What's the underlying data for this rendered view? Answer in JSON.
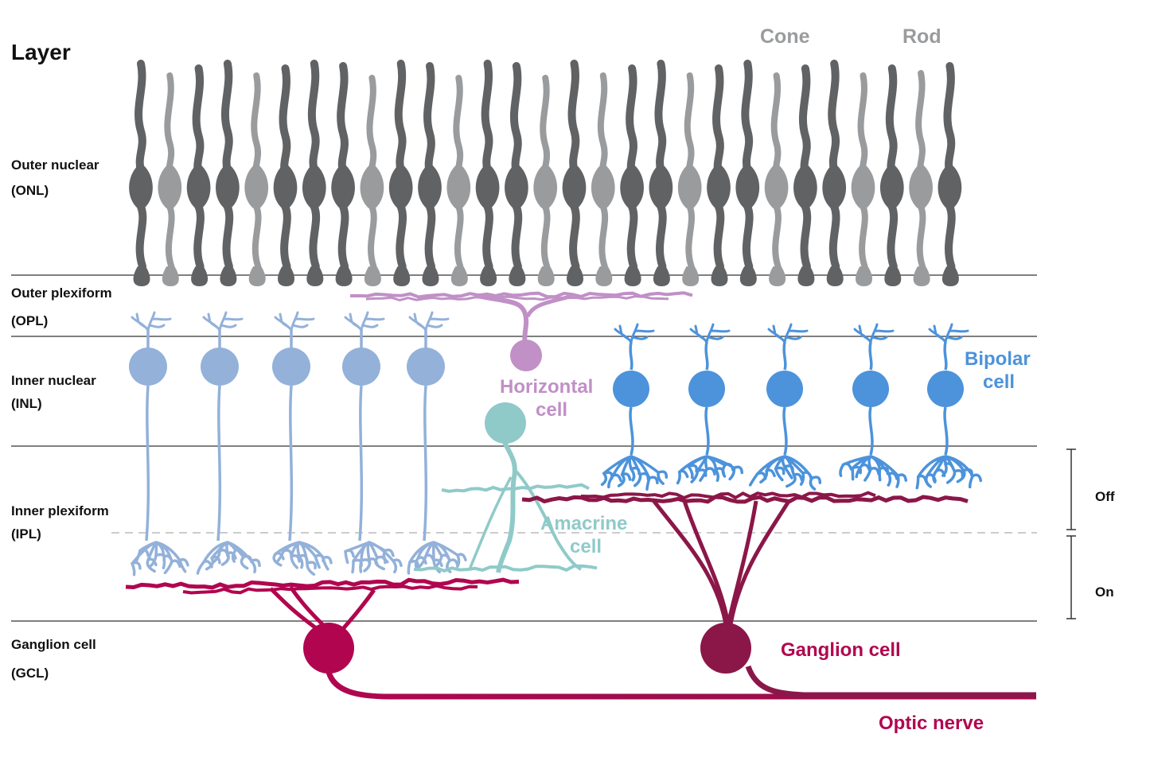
{
  "heading": "Layer",
  "layers": {
    "onl": {
      "name": "Outer  nuclear",
      "abbr": "(ONL)"
    },
    "opl": {
      "name": "Outer plexiform",
      "abbr": "(OPL)"
    },
    "inl": {
      "name": "Inner  nuclear",
      "abbr": "(INL)"
    },
    "ipl": {
      "name": "Inner plexiform",
      "abbr": "(IPL)"
    },
    "gcl": {
      "name": "Ganglion  cell",
      "abbr": "(GCL)"
    }
  },
  "labels": {
    "cone": "Cone",
    "rod": "Rod",
    "horizontal_1": "Horizontal",
    "horizontal_2": "cell",
    "bipolar_1": "Bipolar",
    "bipolar_2": "cell",
    "amacrine_1": "Amacrine",
    "amacrine_2": "cell",
    "ganglion": "Ganglion cell",
    "optic_nerve": "Optic nerve",
    "off": "Off",
    "on": "On"
  },
  "colors": {
    "rod": "#616264",
    "cone": "#999b9d",
    "horizontal": "#c090c6",
    "bipolar_light": "#93b1d9",
    "bipolar": "#4c93db",
    "amacrine": "#8fcac9",
    "ganglion_on": "#b1064f",
    "ganglion_off": "#8b1748",
    "text": "#111111",
    "line": "#333333",
    "dashed": "#bbbbbb"
  }
}
